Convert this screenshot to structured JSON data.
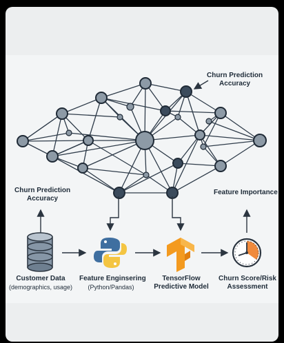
{
  "annotations": {
    "top_right": [
      "Churn Prediction",
      "Accuracy"
    ],
    "left": [
      "Churn Prediction",
      "Accuracy"
    ],
    "right": "Feature Importance"
  },
  "pipeline": [
    {
      "title": "Customer Data",
      "subtitle": "(demographics, usage)",
      "icon": "database-icon"
    },
    {
      "title": "Feature Enginsering",
      "subtitle": "(Python/Pandas)",
      "icon": "python-logo-icon"
    },
    {
      "title": "TensorFlow",
      "subtitle": "Predictive Model",
      "icon": "tensorflow-logo-icon"
    },
    {
      "title": "Churn Score/Risk",
      "subtitle": "Assessment",
      "icon": "clock-gauge-icon"
    }
  ],
  "colors": {
    "node_light": "#8d9aa6",
    "node_dark": "#3b4b5c",
    "edge": "#2f3c4a",
    "python_blue": "#3f6fa0",
    "python_yellow": "#f4c542",
    "tensorflow_orange": "#f39a1f",
    "gauge_orange": "#f08a3c"
  }
}
